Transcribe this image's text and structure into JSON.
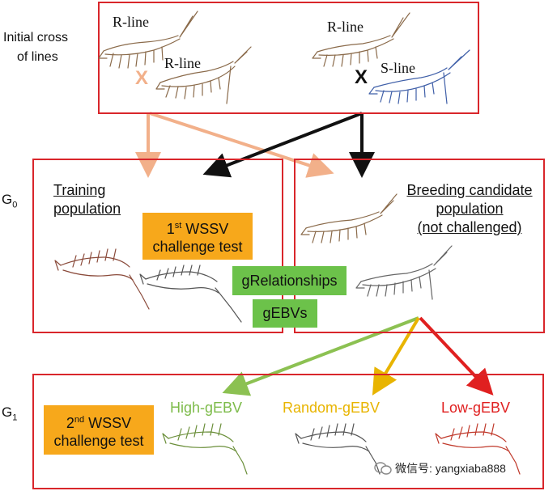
{
  "initial_cross": {
    "label_line1": "Initial cross",
    "label_line2": "of lines",
    "left_top": "R-line",
    "left_bottom": "R-line",
    "right_top": "R-line",
    "right_bottom": "S-line",
    "cross_symbol": "X"
  },
  "g0": {
    "label": "G",
    "sub": "0",
    "training_line1": "Training",
    "training_line2": "population",
    "breeding_line1": "Breeding candidate",
    "breeding_line2": "population",
    "breeding_line3": "(not challenged)",
    "challenge1_prefix": "1",
    "challenge1_sup": "st",
    "challenge1_rest": " WSSV",
    "challenge1_line2": "challenge test",
    "grelationships": "gRelationships",
    "gebvs": "gEBVs"
  },
  "g1": {
    "label": "G",
    "sub": "1",
    "challenge2_prefix": "2",
    "challenge2_sup": "nd",
    "challenge2_rest": " WSSV",
    "challenge2_line2": "challenge test",
    "high": "High-gEBV",
    "random": "Random-gEBV",
    "low": "Low-gEBV"
  },
  "watermark": "微信号: yangxiaba888",
  "colors": {
    "box_border": "#d9262b",
    "orange": "#f7a81b",
    "green": "#6cc24a",
    "peach_arrow": "#f2b08a",
    "high_text": "#7dbb4a",
    "random_text": "#e8b400",
    "low_text": "#e02020",
    "red_shrimp": "#c0392b",
    "green_shrimp": "#6b8f3a",
    "blue_shrimp": "#3f5fa8"
  }
}
